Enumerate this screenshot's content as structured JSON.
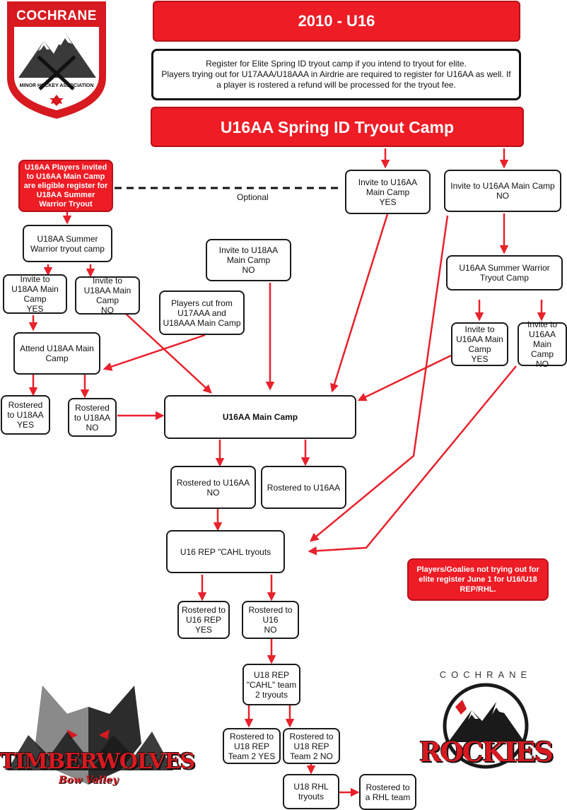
{
  "header": {
    "title": "2010 - U16"
  },
  "info": {
    "text": "Register for Elite Spring ID tryout camp if you intend to tryout for elite.\nPlayers trying out for U17AAA/U18AAA in Airdrie are required to register for U16AA as well. If a player is rostered a refund will be processed for the tryout fee."
  },
  "camp_title": "U16AA Spring ID Tryout Camp",
  "notes": {
    "u16aa_invited": "U16AA Players invited to U16AA Main Camp are eligible register for U18AA Summer Warrior Tryout",
    "optional": "Optional",
    "not_elite": "Players/Goalies not trying out for elite register June 1 for U16/U18 REP/RHL."
  },
  "nodes": {
    "invite_u16aa_yes": "Invite to U16AA Main Camp\nYES",
    "invite_u16aa_no": "Invite to U16AA Main Camp\nNO",
    "u18aa_summer": "U18AA Summer Warrior tryout camp",
    "invite_u18aa_yes": "Invite to U18AA Main Camp\nYES",
    "invite_u18aa_no": "Invite to U18AA Main Camp\nNO",
    "invite_u18aa_no_b": "Invite to U18AA Main Camp\nNO",
    "players_cut": "Players cut from U17AAA and U18AAA Main Camp",
    "attend_u18aa": "Attend U18AA Main Camp",
    "u16aa_summer": "U16AA Summer Warrior Tryout Camp",
    "invite_u16aa_main_yes": "Invite to U16AA Main Camp\nYES",
    "invite_u16aa_main_no": "Invite to U16AA Main Camp\nNO",
    "rostered_u18aa_yes": "Rostered to U18AA\nYES",
    "rostered_u18aa_no": "Rostered to U18AA\nNO",
    "u16aa_main": "U16AA Main Camp",
    "rostered_u16aa_no": "Rostered to U16AA\nNO",
    "rostered_u16aa": "Rostered to U16AA",
    "u16_rep": "U16 REP \"CAHL tryouts",
    "rostered_u16rep_yes": "Rostered to U16 REP\nYES",
    "rostered_u16_no": "Rostered to U16\nNO",
    "u18_rep_team2": "U18 REP \"CAHL\" team 2 tryouts",
    "rostered_u18rep_t2_yes": "Rostered to U18 REP Team 2 YES",
    "rostered_u18rep_t2_no": "Rostered to U18 REP Team 2 NO",
    "u18_rhl": "U18 RHL tryouts",
    "rostered_rhl": "Rostered to a RHL team"
  },
  "logos": {
    "cochrane_minor": {
      "top": "COCHRANE",
      "ring": "MINOR HOCKEY ASSOCIATION"
    },
    "timberwolves": {
      "name": "TIMBERWOLVES",
      "sub": "Bow Valley"
    },
    "rockies": {
      "top": "COCHRANE",
      "name": "ROCKIES"
    }
  },
  "colors": {
    "red": "#ee1c25",
    "arrow": "#e8212b",
    "dark": "#1a1a1a"
  }
}
